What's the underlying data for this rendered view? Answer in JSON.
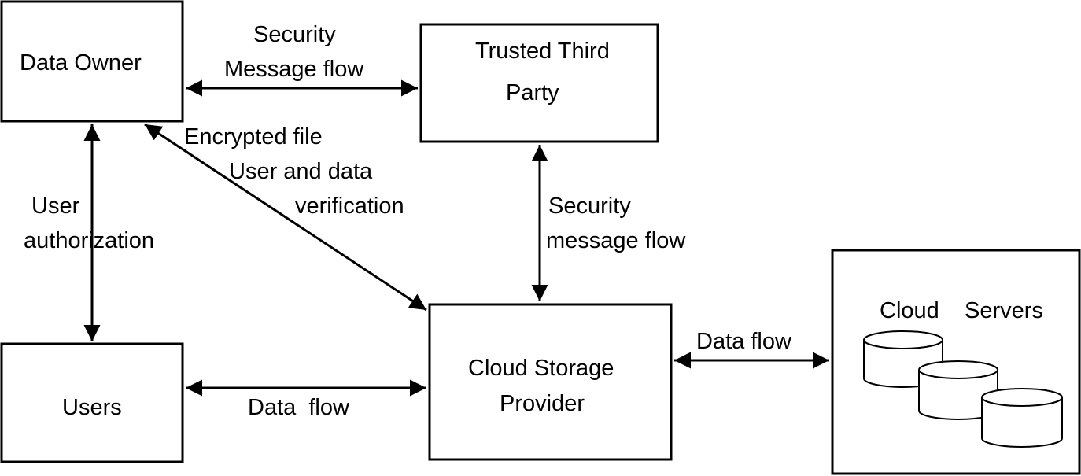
{
  "nodes": {
    "data_owner": "Data Owner",
    "ttp_line1": "Trusted Third",
    "ttp_line2": "Party",
    "users": "Users",
    "csp_line1": "Cloud Storage",
    "csp_line2": "Provider",
    "cloud_servers_word1": "Cloud",
    "cloud_servers_word2": "Servers"
  },
  "edges": {
    "owner_ttp_line1": "Security",
    "owner_ttp_line2": "Message flow",
    "owner_csp_line1": "Encrypted file",
    "owner_csp_line2": "User and data",
    "owner_csp_line3": "verification",
    "owner_users_line1": "User",
    "owner_users_line2": "authorization",
    "ttp_csp_line1": "Security",
    "ttp_csp_line2": "message flow",
    "users_csp": "Data  flow",
    "csp_servers": "Data flow"
  },
  "colors": {
    "stroke": "#000000",
    "background": "#ffffff",
    "text": "#000000"
  }
}
